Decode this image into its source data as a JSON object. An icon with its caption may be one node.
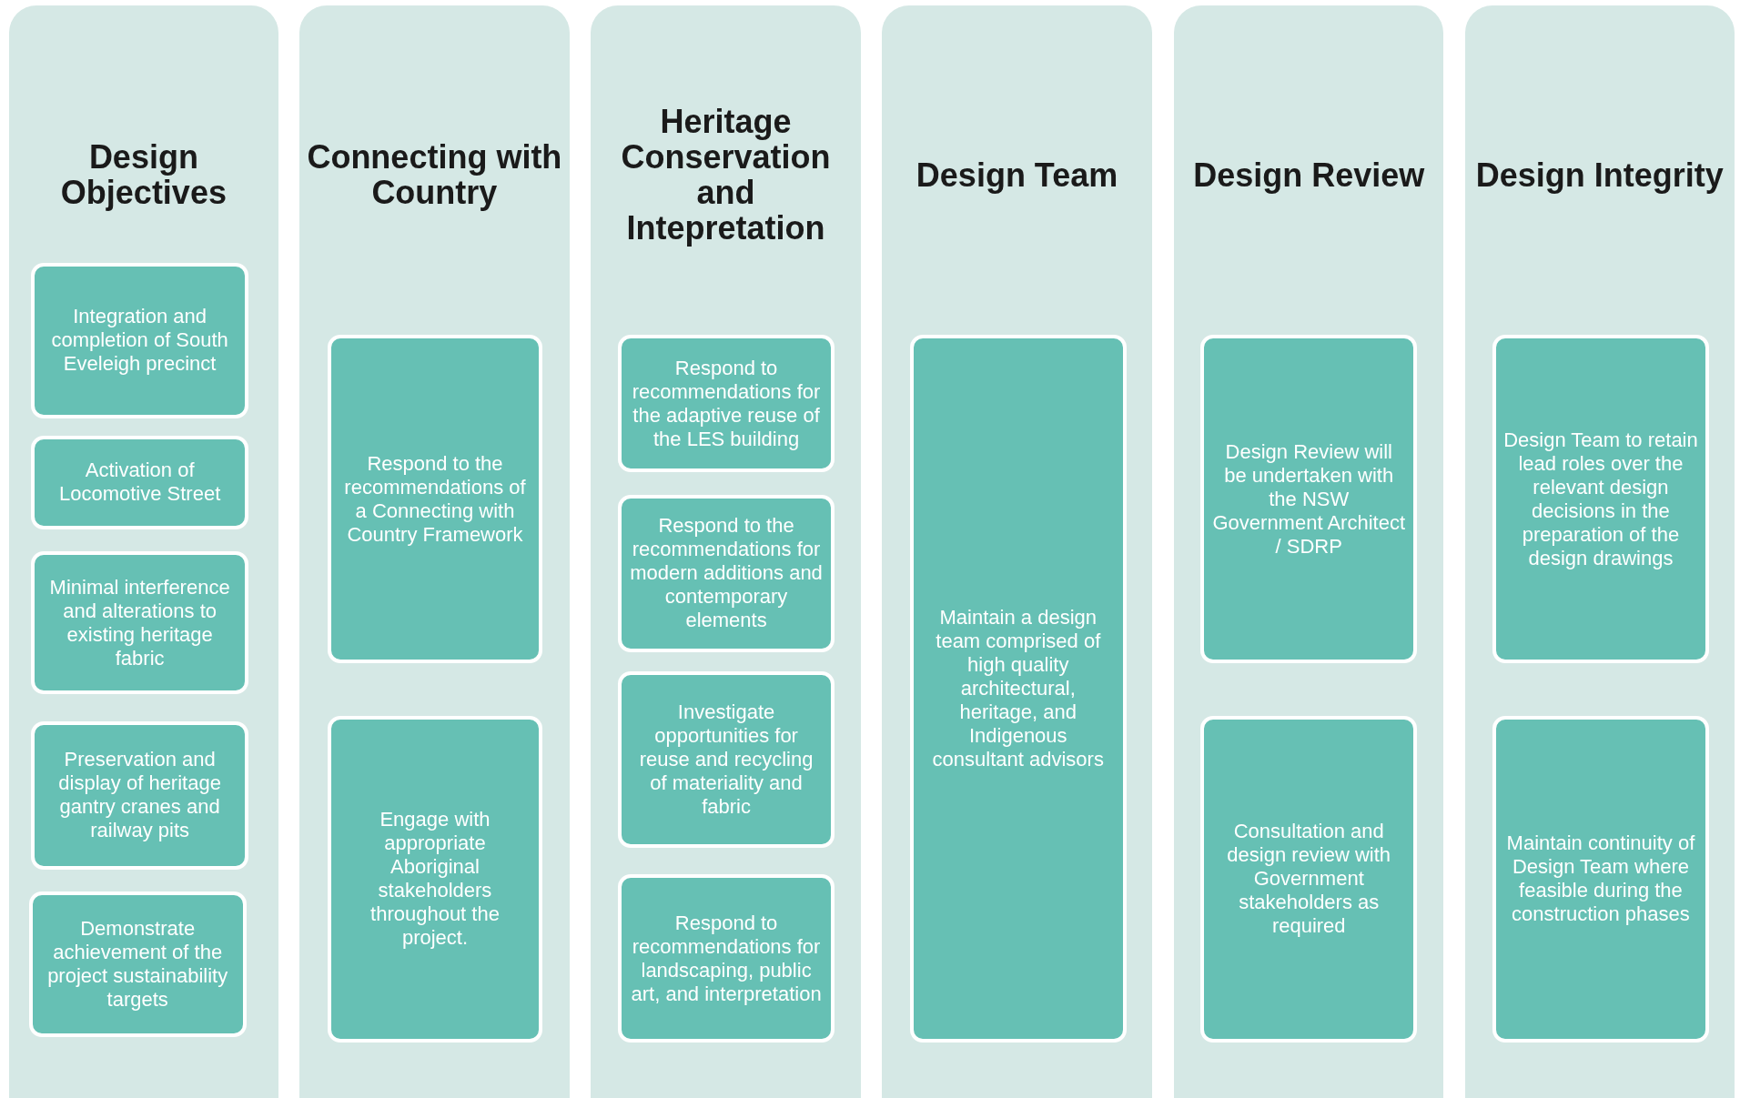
{
  "diagram": {
    "nodes": [
      {
        "text": [
          "Design Objectives"
        ]
      },
      {
        "text": [
          "Integration and completion of South Eveleigh precinct"
        ],
        "in": 0
      },
      {
        "text": [
          "Activation of Locomotive Street"
        ],
        "in": 0
      },
      {
        "text": [
          "Minimal interference and alterations to existing heritage fabric"
        ],
        "in": 0
      },
      {
        "text": [
          "Preservation and display of heritage gantry cranes and railway pits"
        ],
        "in": 0
      },
      {
        "text": [
          "Demonstrate achievement of the project sustainability targets"
        ],
        "in": 0
      },
      {
        "text": [
          "Connecting with Country"
        ]
      },
      {
        "text": [
          "Respond to the recommendations of a Connecting with Country Framework"
        ],
        "in": 6
      },
      {
        "text": [
          "Engage with appropriate Aboriginal stakeholders throughout the project."
        ],
        "in": 6
      },
      {
        "text": [
          "Heritage Conservation and Intepretation"
        ]
      },
      {
        "text": [
          "Respond to recommendations for the adaptive reuse of the LES building"
        ],
        "in": 9
      },
      {
        "text": [
          "Respond to the recommendations for modern additions and contemporary elements"
        ],
        "in": 9
      },
      {
        "text": [
          "Investigate opportunities for reuse and recycling of materiality and fabric"
        ],
        "in": 9
      },
      {
        "text": [
          "Respond to recommendations for landscaping, public art, and interpretation"
        ],
        "in": 9
      },
      {
        "text": [
          "Design Team"
        ]
      },
      {
        "text": [
          "Maintain a design team comprised of high quality architectural, heritage, and Indigenous consultant advisors"
        ],
        "in": 14
      },
      {
        "text": [
          "Design Review"
        ]
      },
      {
        "text": [
          "Design Review will be undertaken with the NSW Government Architect / SDRP"
        ],
        "in": 16
      },
      {
        "text": [
          "Consultation and design review with Government stakeholders as required"
        ],
        "in": 16
      },
      {
        "text": [
          "Design Integrity"
        ]
      },
      {
        "text": [
          "Design Team to retain lead roles over the relevant design decisions in the preparation of the design drawings"
        ],
        "in": 19
      },
      {
        "text": [
          "Maintain continuity of Design Team where feasible during the construction phases"
        ],
        "in": 19
      }
    ]
  }
}
